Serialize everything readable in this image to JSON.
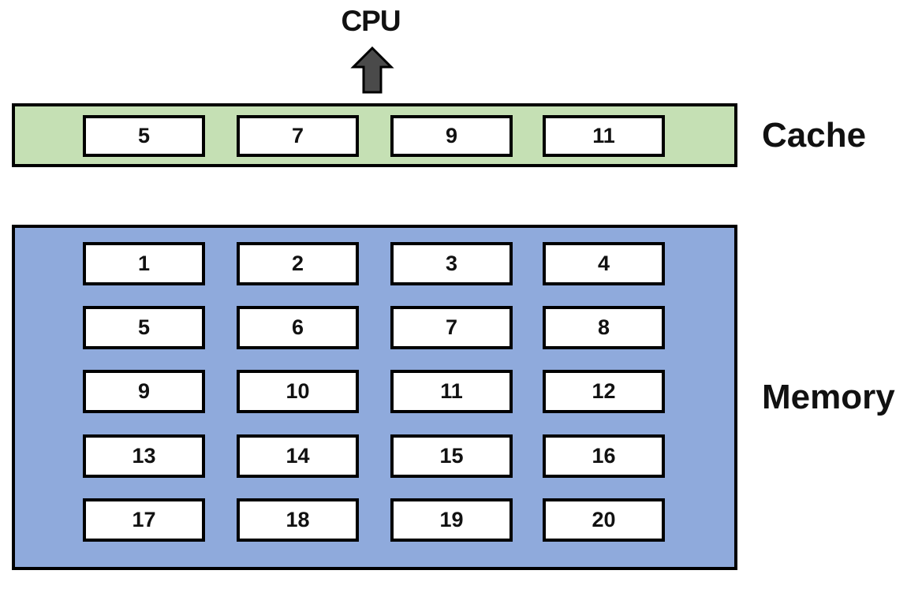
{
  "cpu": {
    "label": "CPU"
  },
  "cache": {
    "label": "Cache",
    "cells": [
      "5",
      "7",
      "9",
      "11"
    ]
  },
  "memory": {
    "label": "Memory",
    "cells": [
      "1",
      "2",
      "3",
      "4",
      "5",
      "6",
      "7",
      "8",
      "9",
      "10",
      "11",
      "12",
      "13",
      "14",
      "15",
      "16",
      "17",
      "18",
      "19",
      "20"
    ]
  },
  "icons": {
    "cpu_arrow": "arrow-up"
  },
  "colors": {
    "cache_fill": "#c5e0b4",
    "memory_fill": "#8faadc",
    "box_fill": "#ffffff",
    "border": "#000000",
    "arrow_fill": "#4a4a4a",
    "text": "#111111"
  }
}
